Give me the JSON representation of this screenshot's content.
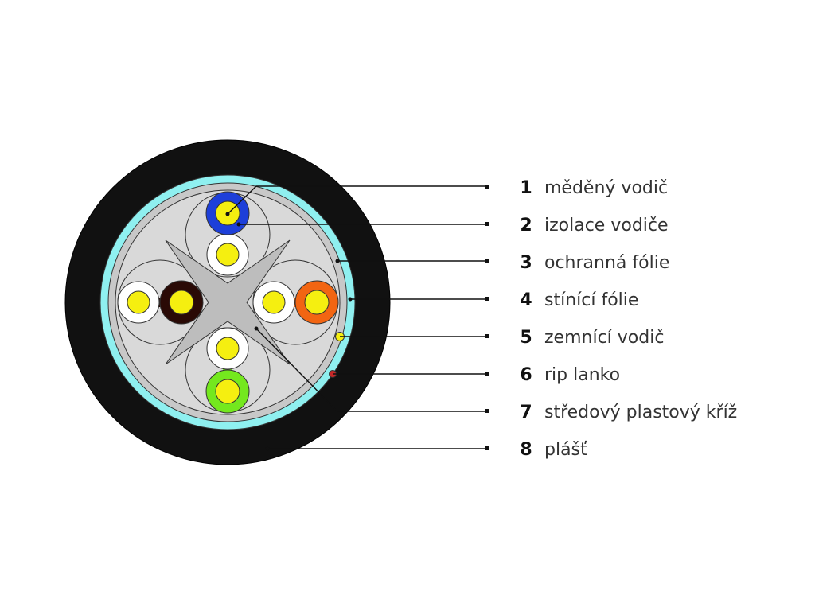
{
  "legend": [
    {
      "num": "1",
      "label": "měděný vodič"
    },
    {
      "num": "2",
      "label": "izolace vodiče"
    },
    {
      "num": "3",
      "label": "ochranná fólie"
    },
    {
      "num": "4",
      "label": "stínící fólie"
    },
    {
      "num": "5",
      "label": "zemnící vodič"
    },
    {
      "num": "6",
      "label": "rip lanko"
    },
    {
      "num": "7",
      "label": "středový plastový kříž"
    },
    {
      "num": "8",
      "label": "plášť"
    }
  ],
  "colors": {
    "jacket": "#111111",
    "shield_foil": "#8ff0f0",
    "protective_foil": "#c8c8c8",
    "interior": "#d9d9d9",
    "copper_conductor": "#f5ef10",
    "pair_blue": "#1d3fd9",
    "pair_brown": "#2a0a06",
    "pair_orange": "#f26512",
    "pair_green": "#74e81e",
    "rip_cord": "#c62828",
    "cross": "#bdbdbd"
  }
}
